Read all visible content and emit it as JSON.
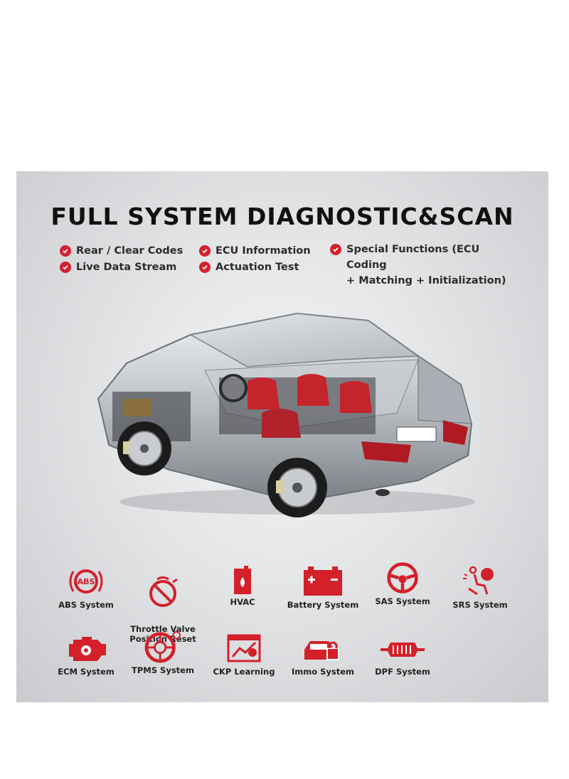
{
  "title": "FULL SYSTEM DIAGNOSTIC&SCAN",
  "features": [
    {
      "label": "Rear / Clear Codes"
    },
    {
      "label": "Live Data Stream"
    },
    {
      "label": "ECU Information"
    },
    {
      "label": "Actuation Test"
    },
    {
      "label": "Special Functions (ECU Coding\n+ Matching + Initialization)"
    }
  ],
  "systems": [
    {
      "label": "ABS System",
      "icon": "abs-icon"
    },
    {
      "label": "Throttle Valve\nPosition Reset",
      "icon": "throttle-icon"
    },
    {
      "label": "HVAC",
      "icon": "hvac-icon"
    },
    {
      "label": "Battery System",
      "icon": "battery-icon"
    },
    {
      "label": "SAS System",
      "icon": "steering-wheel-icon"
    },
    {
      "label": "SRS System",
      "icon": "airbag-icon"
    },
    {
      "label": "ECM System",
      "icon": "engine-icon"
    },
    {
      "label": "TPMS System",
      "icon": "tire-icon"
    },
    {
      "label": "CKP Learning",
      "icon": "ckp-icon"
    },
    {
      "label": "Immo System",
      "icon": "immo-icon"
    },
    {
      "label": "DPF System",
      "icon": "dpf-icon"
    }
  ],
  "icon_labels": {
    "abs": "ABS"
  },
  "colors": {
    "accent": "#d3202a",
    "title": "#111111"
  }
}
